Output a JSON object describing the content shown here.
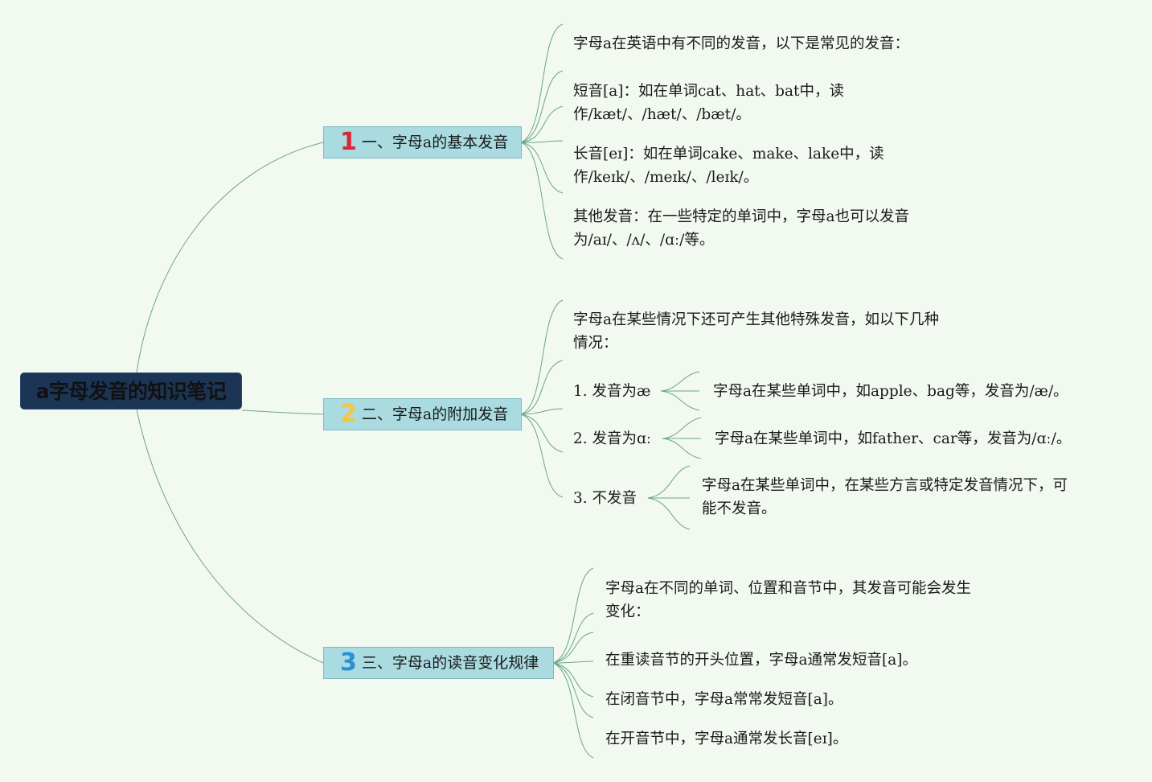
{
  "root": {
    "title": "a字母发音的知识笔记"
  },
  "branches": [
    {
      "num": "1",
      "num_color": "#d62839",
      "label": "一、字母a的基本发音",
      "items": [
        {
          "lines": [
            "字母a在英语中有不同的发音，以下是常见的发音："
          ]
        },
        {
          "lines": [
            "短音[a]：如在单词cat、hat、bat中，读",
            "作/kæt/、/hæt/、/bæt/。"
          ]
        },
        {
          "lines": [
            "长音[eɪ]：如在单词cake、make、lake中，读",
            "作/keɪk/、/meɪk/、/leɪk/。"
          ]
        },
        {
          "lines": [
            "其他发音：在一些特定的单词中，字母a也可以发音",
            "为/aɪ/、/ʌ/、/ɑː/等。"
          ]
        }
      ]
    },
    {
      "num": "2",
      "num_color": "#f2c744",
      "label": "二、字母a的附加发音",
      "items": [
        {
          "lines": [
            "字母a在某些情况下还可产生其他特殊发音，如以下几种",
            "情况："
          ]
        },
        {
          "label": "1. 发音为æ",
          "detail": [
            "字母a在某些单词中，如apple、bag等，发音为/æ/。"
          ]
        },
        {
          "label": "2. 发音为ɑː",
          "detail": [
            "字母a在某些单词中，如father、car等，发音为/ɑː/。"
          ]
        },
        {
          "label": "3. 不发音",
          "detail": [
            "字母a在某些单词中，在某些方言或特定发音情况下，可",
            "能不发音。"
          ]
        }
      ]
    },
    {
      "num": "3",
      "num_color": "#2a8fd6",
      "label": "三、字母a的读音变化规律",
      "items": [
        {
          "lines": [
            "字母a在不同的单词、位置和音节中，其发音可能会发生",
            "变化："
          ]
        },
        {
          "lines": [
            "在重读音节的开头位置，字母a通常发短音[a]。"
          ]
        },
        {
          "lines": [
            "在闭音节中，字母a常常发短音[a]。"
          ]
        },
        {
          "lines": [
            "在开音节中，字母a通常发长音[eɪ]。"
          ]
        }
      ]
    }
  ]
}
